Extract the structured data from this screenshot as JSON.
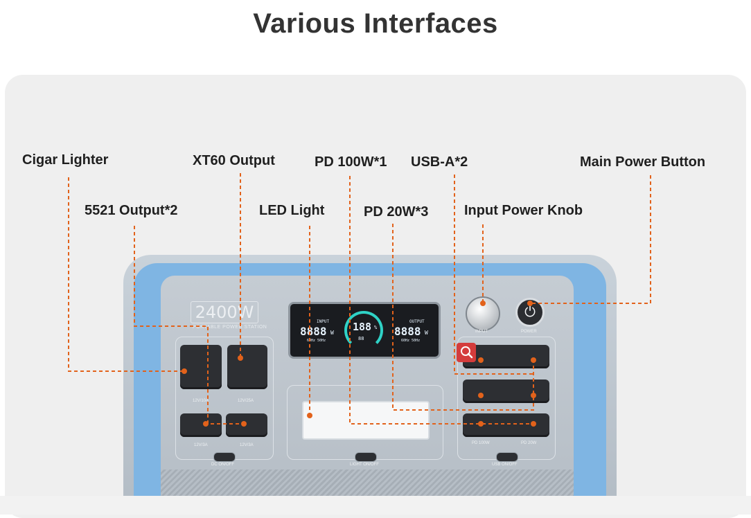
{
  "title": "Various Interfaces",
  "callouts": {
    "cigar": "Cigar Lighter",
    "xt60": "XT60 Output",
    "pd100": "PD 100W*1",
    "usba": "USB-A*2",
    "main_power": "Main Power Button",
    "dc5521": "5521 Output*2",
    "led": "LED Light",
    "pd20": "PD 20W*3",
    "knob": "Input Power Knob"
  },
  "device": {
    "brand": "2400W",
    "brand_sub": "PORTABLE POWER STATION",
    "display": {
      "input_label": "INPUT",
      "input_value": "8888",
      "input_unit": "W",
      "input_hz": "60Hz   50Hz",
      "center_value": "188",
      "center_unit": "%",
      "center_sub": "88",
      "output_label": "OUTPUT",
      "output_value": "8888",
      "output_unit": "W",
      "output_hz": "60Hz   50Hz"
    },
    "knob_label": "INPUT",
    "power_label": "POWER",
    "ports": {
      "cigar_label": "12V/10A",
      "xt60_label": "12V/25A",
      "dc1_label": "12V/3A",
      "dc2_label": "12V/3A",
      "pd100_label": "PD 100W",
      "pd20_label": "PD 20W"
    },
    "switches": {
      "dc": "DC ON/OFF",
      "light": "LIGHT ON/OFF",
      "usb": "USB ON/OFF"
    }
  },
  "colors": {
    "leader": "#e2621b",
    "accent_blue": "#7fb5e3",
    "title": "#333333"
  },
  "icons": [
    "power-icon",
    "zoom-icon"
  ]
}
